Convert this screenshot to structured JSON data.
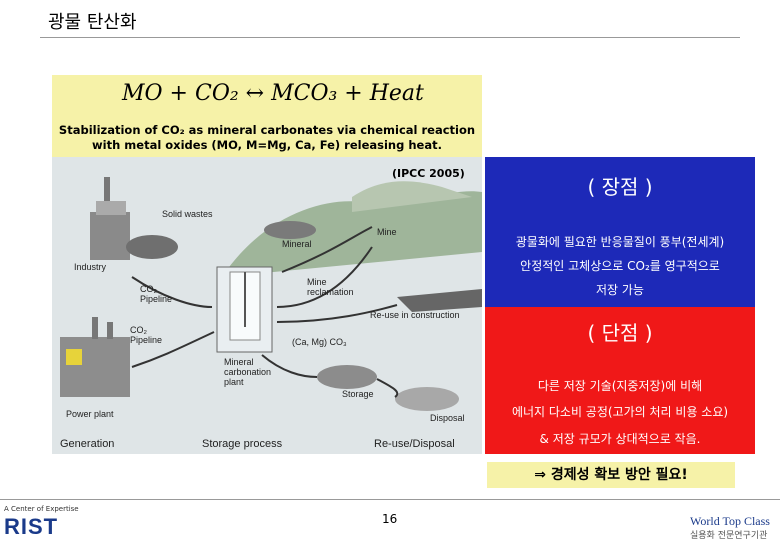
{
  "title": "광물 탄산화",
  "equation": {
    "text": "MO + CO₂ ↔ MCO₃ + Heat",
    "caption_line1": "Stabilization of CO₂ as mineral carbonates via chemical reaction",
    "caption_line2": "with metal oxides (MO, M=Mg, Ca, Fe) releasing heat."
  },
  "diagram": {
    "source": "(IPCC 2005)",
    "labels": {
      "solid_wastes": "Solid wastes",
      "industry": "Industry",
      "mineral": "Mineral",
      "mine": "Mine",
      "co2_pipeline_top": "CO₂ Pipeline",
      "co2_pipeline_bottom": "CO₂ Pipeline",
      "mine_reclamation": "Mine reclamation",
      "reuse_construction": "Re-use in construction",
      "carbonates": "(Ca, Mg) CO₃",
      "carbonation_plant": "Mineral carbonation plant",
      "storage": "Storage",
      "disposal": "Disposal",
      "power_plant": "Power plant"
    },
    "stages": [
      "Generation",
      "Storage process",
      "Re-use/Disposal"
    ]
  },
  "advantages": {
    "heading": "( 장점 )",
    "lines": [
      "광물화에 필요한 반응물질이 풍부(전세계)",
      "안정적인 고체상으로 CO₂를 영구적으로",
      "저장 가능"
    ]
  },
  "disadvantages": {
    "heading": "( 단점 )",
    "lines": [
      "다른 저장 기술(지중저장)에 비해",
      "에너지 다소비 공정(고가의 처리 비용 소요)",
      "& 저장 규모가 상대적으로 작음."
    ]
  },
  "conclusion": "⇒ 경제성 확보 방안 필요!",
  "footer": {
    "org_tagline": "A Center of Expertise",
    "org_logo": "RIST",
    "page_number": "16",
    "right_logo": "World Top Class",
    "right_sub": "실용화 전문연구기관"
  }
}
